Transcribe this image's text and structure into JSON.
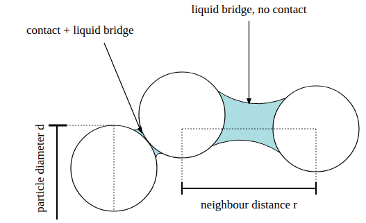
{
  "diagram": {
    "labels": [
      "liquid bridge, no contact",
      "contact + liquid bridge",
      "particle diameter d",
      "neighbour distance r"
    ]
  }
}
